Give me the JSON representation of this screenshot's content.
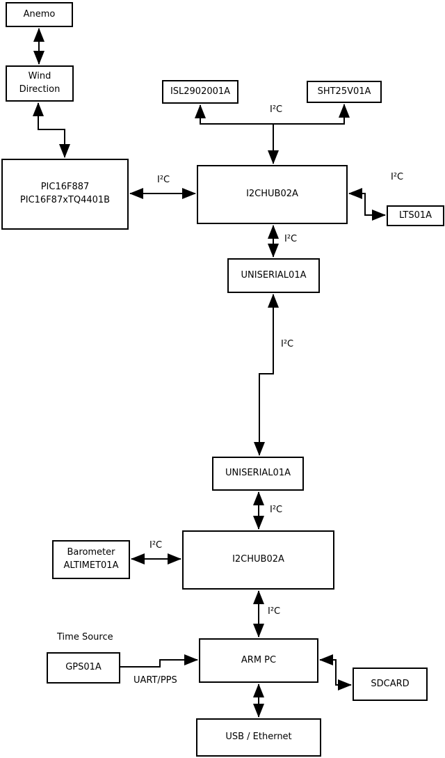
{
  "diagram": {
    "type": "block-diagram",
    "colors": {
      "background": "#ffffff",
      "stroke": "#000000",
      "box_fill": "#ffffff",
      "text": "#000000"
    },
    "nodes": {
      "anemo": {
        "label": "Anemo"
      },
      "wind_direction": {
        "label": "Wind\nDirection"
      },
      "pic": {
        "label": "PIC16F887\nPIC16F87xTQ4401B"
      },
      "isl": {
        "label": "ISL2902001A"
      },
      "sht": {
        "label": "SHT25V01A"
      },
      "i2c_hub_top": {
        "label": "I2CHUB02A"
      },
      "lts": {
        "label": "LTS01A"
      },
      "uniserial_top": {
        "label": "UNISERIAL01A"
      },
      "uniserial_bottom": {
        "label": "UNISERIAL01A"
      },
      "i2c_hub_bottom": {
        "label": "I2CHUB02A"
      },
      "barometer": {
        "label": "Barometer\nALTIMET01A"
      },
      "arm_pc": {
        "label": "ARM PC"
      },
      "gps": {
        "label": "GPS01A"
      },
      "sdcard": {
        "label": "SDCARD"
      },
      "usb_ethernet": {
        "label": "USB / Ethernet"
      }
    },
    "edge_labels": {
      "i2c_pic_hub": "I²C",
      "i2c_sensor_bus": "I²C",
      "i2c_lts": "I²C",
      "i2c_hub_uniserial": "I²C",
      "i2c_uniserial_link": "I²C",
      "i2c_uniserial_hub2": "I²C",
      "i2c_barometer": "I²C",
      "i2c_hub2_armpc": "I²C",
      "time_source": "Time Source",
      "uart_pps": "UART/PPS"
    }
  }
}
